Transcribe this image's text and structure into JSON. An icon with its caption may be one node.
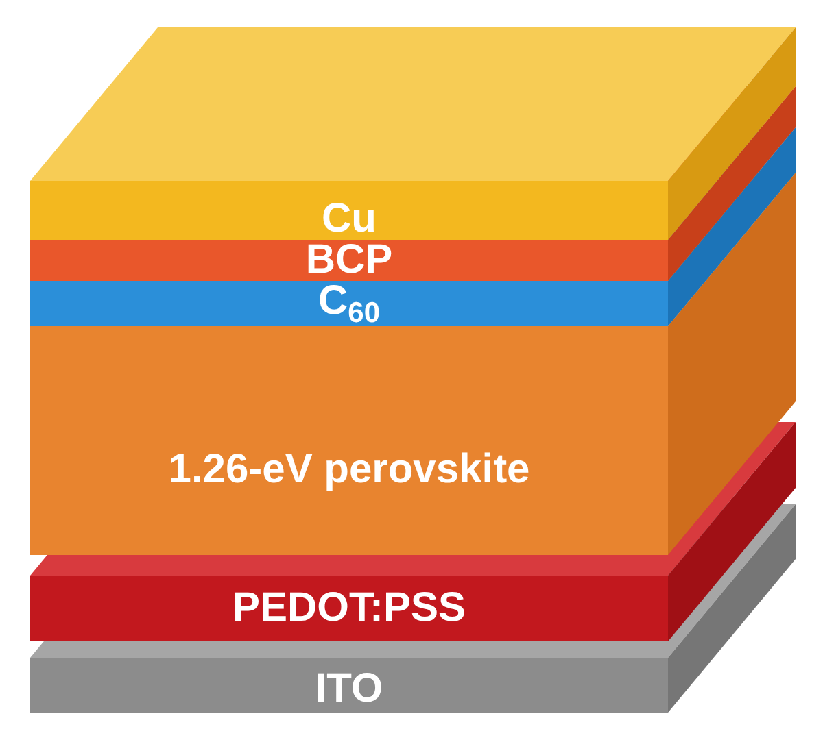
{
  "diagram": {
    "nodes": [
      {
        "text": [
          "Cu"
        ]
      },
      {
        "text": [
          "BCP"
        ]
      },
      {
        "text": [
          "C$_{60}$"
        ]
      },
      {
        "text": [
          "1.26-eV perovskite"
        ]
      },
      {
        "text": [
          "PEDOT:PSS"
        ]
      },
      {
        "text": [
          "ITO"
        ]
      }
    ]
  }
}
